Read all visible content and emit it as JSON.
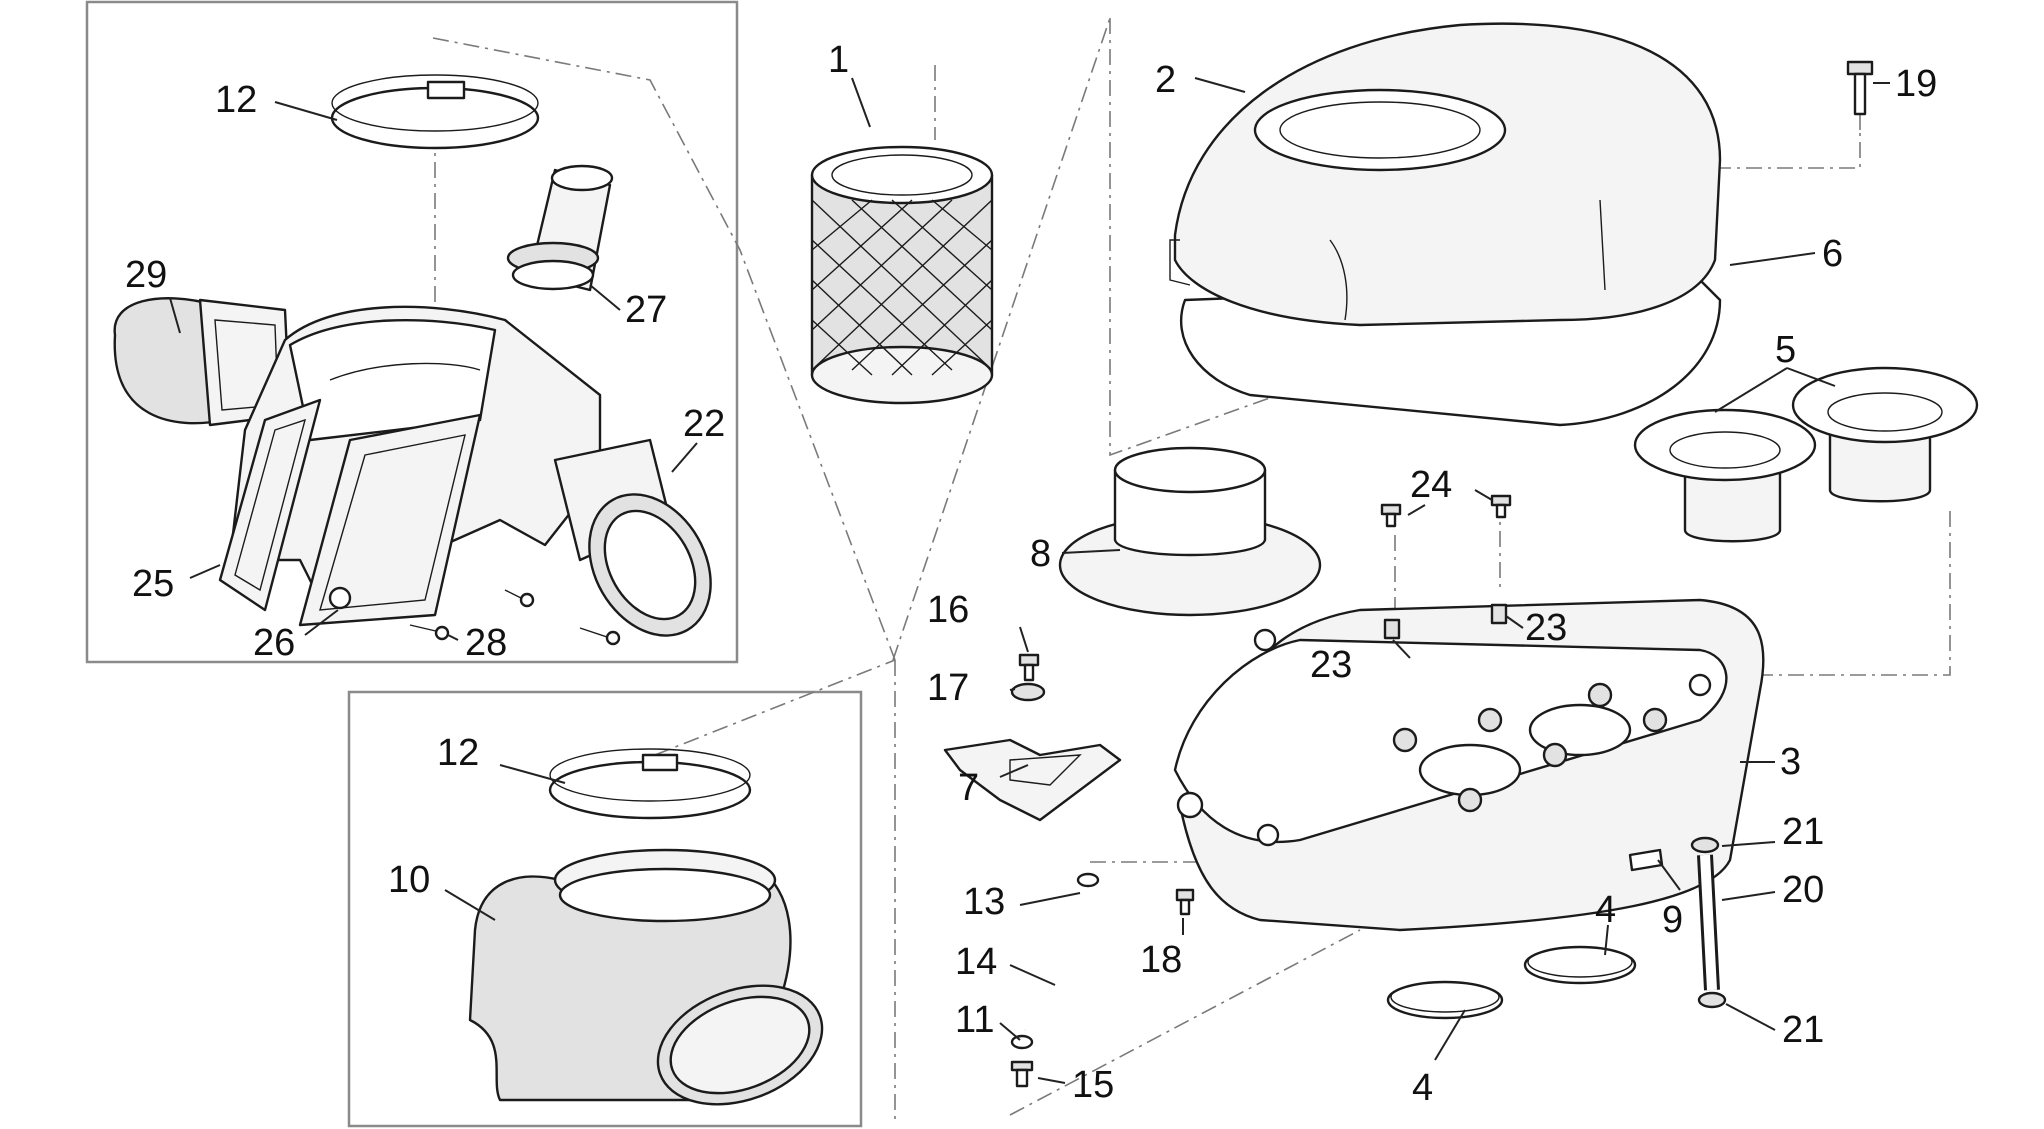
{
  "callouts": [
    {
      "id": "1",
      "text": "1"
    },
    {
      "id": "2",
      "text": "2"
    },
    {
      "id": "3",
      "text": "3"
    },
    {
      "id": "4a",
      "text": "4"
    },
    {
      "id": "4b",
      "text": "4"
    },
    {
      "id": "5",
      "text": "5"
    },
    {
      "id": "6",
      "text": "6"
    },
    {
      "id": "7",
      "text": "7"
    },
    {
      "id": "8",
      "text": "8"
    },
    {
      "id": "9",
      "text": "9"
    },
    {
      "id": "10",
      "text": "10"
    },
    {
      "id": "11",
      "text": "11"
    },
    {
      "id": "12a",
      "text": "12"
    },
    {
      "id": "12b",
      "text": "12"
    },
    {
      "id": "13",
      "text": "13"
    },
    {
      "id": "14",
      "text": "14"
    },
    {
      "id": "15",
      "text": "15"
    },
    {
      "id": "16",
      "text": "16"
    },
    {
      "id": "17",
      "text": "17"
    },
    {
      "id": "18",
      "text": "18"
    },
    {
      "id": "19",
      "text": "19"
    },
    {
      "id": "20",
      "text": "20"
    },
    {
      "id": "21a",
      "text": "21"
    },
    {
      "id": "21b",
      "text": "21"
    },
    {
      "id": "22",
      "text": "22"
    },
    {
      "id": "23a",
      "text": "23"
    },
    {
      "id": "23b",
      "text": "23"
    },
    {
      "id": "24",
      "text": "24"
    },
    {
      "id": "25",
      "text": "25"
    },
    {
      "id": "26",
      "text": "26"
    },
    {
      "id": "27",
      "text": "27"
    },
    {
      "id": "28",
      "text": "28"
    },
    {
      "id": "29",
      "text": "29"
    }
  ]
}
